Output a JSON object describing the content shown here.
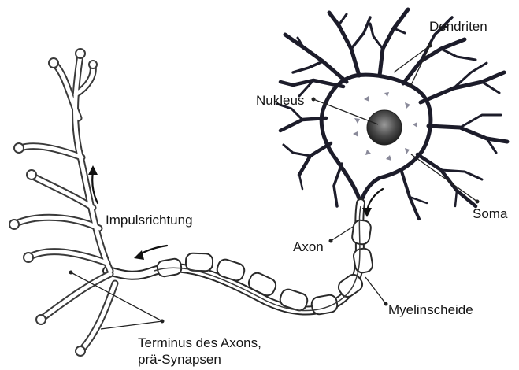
{
  "diagram": {
    "labels": {
      "dendrites": "Dendriten",
      "nucleus": "Nukleus",
      "soma": "Soma",
      "axon": "Axon",
      "impulse": "Impulsrichtung",
      "myelin": "Myelinscheide",
      "terminal_line1": "Terminus des Axons,",
      "terminal_line2": "prä-Synapsen"
    }
  }
}
